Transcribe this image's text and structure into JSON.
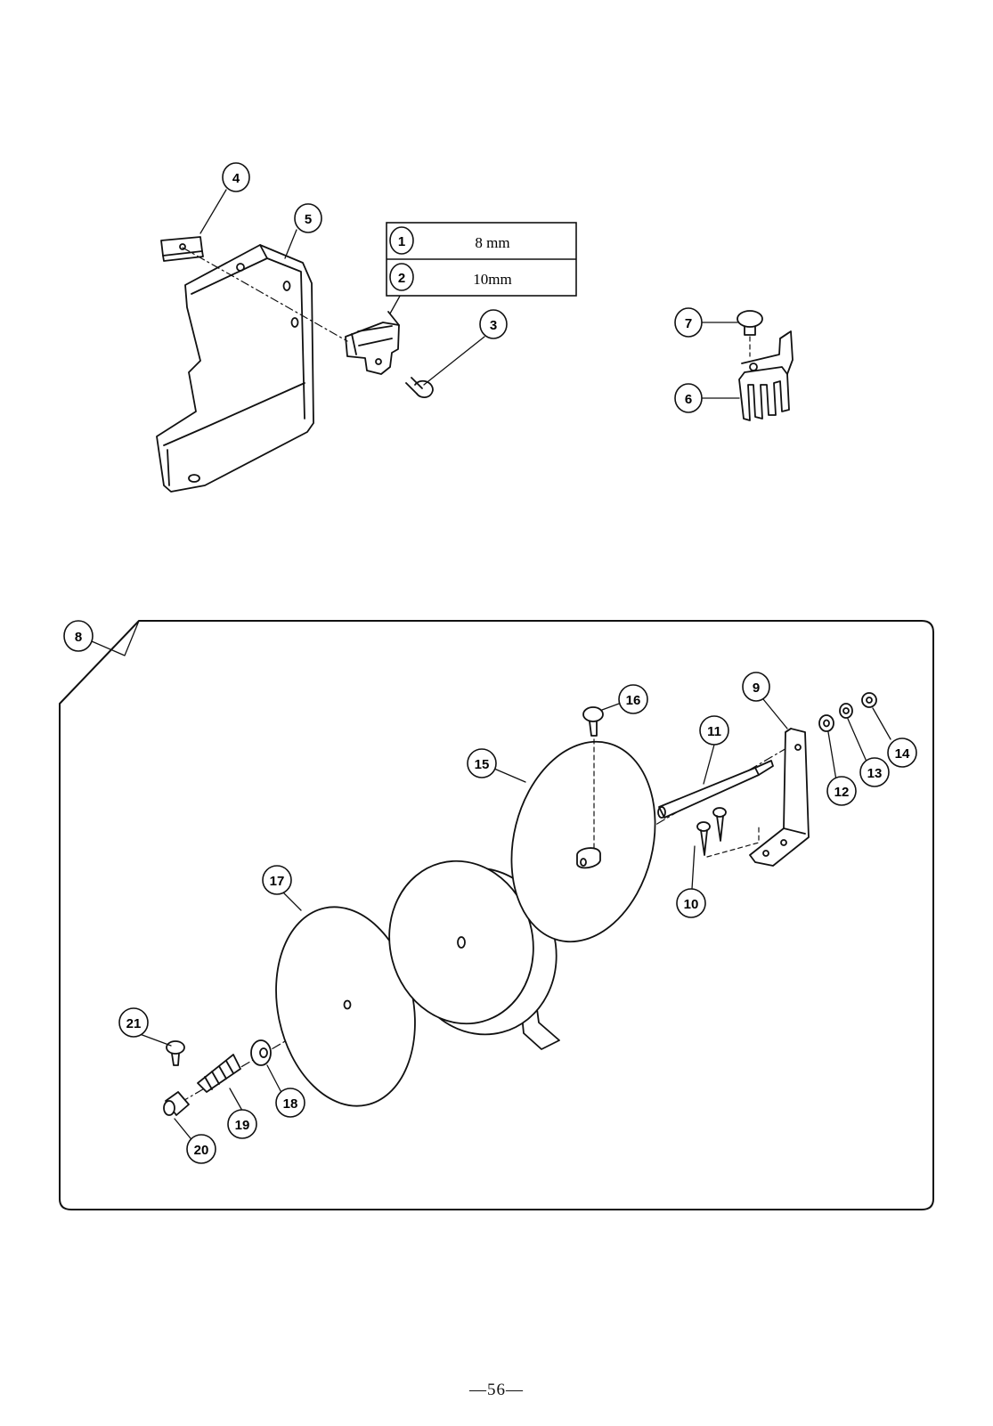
{
  "page": {
    "number": "—56—"
  },
  "size_table": {
    "rows": [
      {
        "no": "1",
        "size": "8 mm"
      },
      {
        "no": "2",
        "size": "10mm"
      }
    ]
  },
  "callouts": {
    "c1": "1",
    "c2": "2",
    "c3": "3",
    "c4": "4",
    "c5": "5",
    "c6": "6",
    "c7": "7",
    "c8": "8",
    "c9": "9",
    "c10": "10",
    "c11": "11",
    "c12": "12",
    "c13": "13",
    "c14": "14",
    "c15": "15",
    "c16": "16",
    "c17": "17",
    "c18": "18",
    "c19": "19",
    "c20": "20",
    "c21": "21"
  }
}
